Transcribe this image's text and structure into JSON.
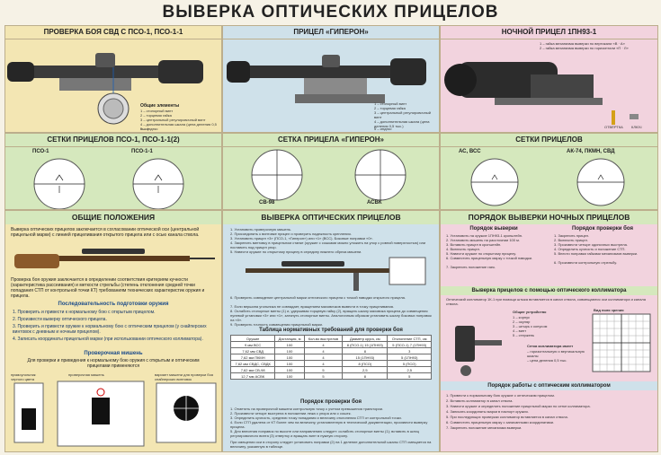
{
  "title": "ВЫВЕРКА ОПТИЧЕСКИХ ПРИЦЕЛОВ",
  "top": {
    "pso_header": "ПРОВЕРКА БОЯ СВД С ПСО-1, ПСО-1-1",
    "giperon_header": "ПРИЦЕЛ «ГИПЕРОН»",
    "night_header": "НОЧНОЙ ПРИЦЕЛ 1ПН93-1",
    "common_title": "Общие элементы",
    "common_items": [
      "1 – стопорный винт",
      "2 – торцевая гайка",
      "3 – центральный регулировочный винт",
      "4 – дополнительная шкала (цена деления 0,5 тыс.)",
      "5 – индекс"
    ],
    "giperon_items": [
      "1 – стопорный винт",
      "2 – торцевая гайка",
      "3 – центральный регулировочный винт",
      "4 – дополнительная шкала (цена деления 0,5 тыс.)",
      "5 – индекс"
    ],
    "night_notes": [
      "1 – гайка механизма выверки по вертикали «В · А»",
      "2 – гайка механизма выверки по горизонтали «П · Л»"
    ],
    "night_small": [
      "ОТВЁРТКА",
      "КЛЮЧ"
    ]
  },
  "reticles": {
    "pso_header": "СЕТКИ ПРИЦЕЛОВ ПСО-1, ПСО-1-1(2)",
    "pso_left": "ПСО-1",
    "pso_right": "ПСО-1-1",
    "giperon_header": "СЕТКА ПРИЦЕЛА «ГИПЕРОН»",
    "giperon_left": "СВ-98",
    "giperon_right": "АСВК",
    "night_header": "СЕТКИ ПРИЦЕЛОВ",
    "night_left": "АС, ВСС",
    "night_right": "АК-74, ПКМН, СВД"
  },
  "general": {
    "header": "ОБЩИЕ ПОЛОЖЕНИЯ",
    "intro": "Выверка оптических прицелов заключается в согласовании оптической оси (центральной прицельной марки) с линией прицеливания открытого прицела или с осью канала ствола.",
    "check": "Проверка боя оружия заключается в определении соответствия критериям кучности (характеристика рассеивания) и меткости стрельбы (степень отклонения средней точки попадания СТП от контрольной точки КТ) требованиям технических характеристик оружия и прицела.",
    "sequence_title": "Последовательность подготовки оружия",
    "steps": [
      "1. Проверить и привести к нормальному бою с открытым прицелом.",
      "2. Произвести выверку оптического прицела.",
      "3. Проверить и привести оружие к нормальному бою с оптическим прицелом (у снайперских винтовок с дневным и ночным прицелом).",
      "4. Записать координаты прицельной марки (при использовании оптического коллиматора)."
    ],
    "target_title": "Проверочная мишень",
    "target_text": "Для проверки и приведения к нормальному бою оружия с открытым и оптическим прицелами применяются",
    "target_left": "прямоугольник черного цвета",
    "target_mid": "проверочная мишень",
    "target_right": "вариант мишени для проверки боя снайперских винтовок"
  },
  "optical": {
    "header": "ВЫВЕРКА ОПТИЧЕСКИХ ПРИЦЕЛОВ",
    "steps": [
      "1. Установить проверочную мишень.",
      "2. Присоединить к винтовке прицел и проверить надежность крепления.",
      "3. Установить прицел «3» (ПСО-1, «Гиперон») или «1» (ВСС). Боковые поправки «0».",
      "4. Закрепить винтовку в прицельном станке (оружие с сошками можно уложить на упор с ровной поверхностью) или поставить под прицел упор.",
      "5. Навести оружие по открытому прицелу в середину нижнего обреза мишени."
    ],
    "steps2": [
      "6. Проверить совпадение центральной марки оптического прицела с точкой наводки открытого прицела.",
      "7. Если вершина угольника не совпадает, вращением маховичков вывести в точку прицеливания.",
      "8. Ослабить стопорные винты (1) и, удерживая торцевую гайку (2), вращать шкалу маховика прицела до совмещения нулевой установки «3» или «1», затянуть стопорные винты. Аналогичным образом установить шкалу боковых поправок на «0».",
      "9. Проверить точность совмещения прицельной марки."
    ],
    "table_title": "Таблица нормативных требований для проверки боя",
    "table_head": [
      "Оружие",
      "Дистанция, м",
      "Кол-во выстрелов",
      "Диаметр круга, см",
      "Отклонение СТП, см"
    ],
    "table_rows": [
      [
        "9 мм ВСС",
        "100",
        "4",
        "8 (ПСО-1) 15 (1ПН93)",
        "5 (ПСО-1) 7 (1ПН93)"
      ],
      [
        "7,62 мм СВД",
        "100",
        "4",
        "8",
        "3"
      ],
      [
        "7,62 мм ПКМН",
        "100",
        "4",
        "15 (1ПН93)",
        "5 (1ПН93)"
      ],
      [
        "7,62 мм СВДС, СВДК",
        "100",
        "4",
        "8 (ПСО)",
        "5 (ПСО)"
      ],
      [
        "7,62 мм СВ-98",
        "100",
        "5",
        "2,5",
        "2,5"
      ],
      [
        "12,7 мм АСВК",
        "100",
        "5",
        "8",
        "5"
      ]
    ],
    "order_title": "Порядок проверки боя",
    "order": [
      "1. Отметить на проверочной мишени контрольную точку с учетом превышения траектории.",
      "2. Произвести четыре выстрела в положении лежа с упора или с сошек.",
      "3. Определить кучность, среднюю точку попадания и величину отклонения СТП от контрольной точки.",
      "4. Если СТП удалена от КТ более чем на величину, установленную в технической документации, произвести выверку прицела.",
      "5. Для внесения поправок по высоте или направлению следует: ослабить стопорные винты (1); вставить в шлиц регулировочного винта (3) отвертку и вращать винт в нужную сторону.",
      "При смещении оси в сторону следует установить поправки (2) на 1 деление дополнительной шкалы СТП смещается на величину, указанную в таблице."
    ]
  },
  "night": {
    "header": "ПОРЯДОК ВЫВЕРКИ НОЧНЫХ ПРИЦЕЛОВ",
    "left_title": "Порядок выверки",
    "right_title": "Порядок проверки боя",
    "left_items": [
      "1. Установить на оружие 1ПН93-1 кронштейн.",
      "2. Установить мишень на расстоянии 100 м.",
      "3. Вставить прицел в кронштейн.",
      "4. Включить прицел.",
      "5. Навести оружие по открытому прицелу.",
      "6. Совместить прицельную марку с точкой наводки.",
      "7. Закрепить положение гаек."
    ],
    "right_items": [
      "1. Закрепить прицел.",
      "2. Включить прицел.",
      "3. Произвести четыре одиночных выстрела.",
      "4. Определить кучность и положение СТП.",
      "5. Внести поправки гайками механизмов выверки.",
      "6. Произвести контрольную стрельбу."
    ],
    "collimator_title": "Выверка прицелов с помощью оптического коллиматора",
    "collimator_text": "Оптический коллиматор 1К-1 при помощи штыка вставляется в канал ствола, совмещаются оси коллиматора и канала ствола.",
    "collimator_parts_title": "Общие устройство",
    "collimator_parts": [
      "1 – корпус",
      "2 – окуляр",
      "3 – штырь с конусом",
      "4 – винт",
      "5 – стержень"
    ],
    "grid_title": "Вид поля зрения",
    "grid_sub": "Сетка коллиматора имеет",
    "grid_notes": [
      "– горизонтальную и вертикальную шкалы",
      "– цена деления 0,5 тыс."
    ],
    "work_title": "Порядок работы с оптическим коллиматором",
    "work_items": [
      "1. Привести к нормальному бою оружие с оптическим прицелом.",
      "2. Вставить коллиматор в канал ствола.",
      "3. Навести оружие и определить положение прицельной марки по сетке коллиматора.",
      "4. Записать координаты марки в паспорт оружия.",
      "5. При последующих проверках коллиматор вставляется в канал ствола.",
      "6. Совместить прицельную марку с записанными координатами.",
      "7. Закрепить положение механизма выверки."
    ]
  }
}
